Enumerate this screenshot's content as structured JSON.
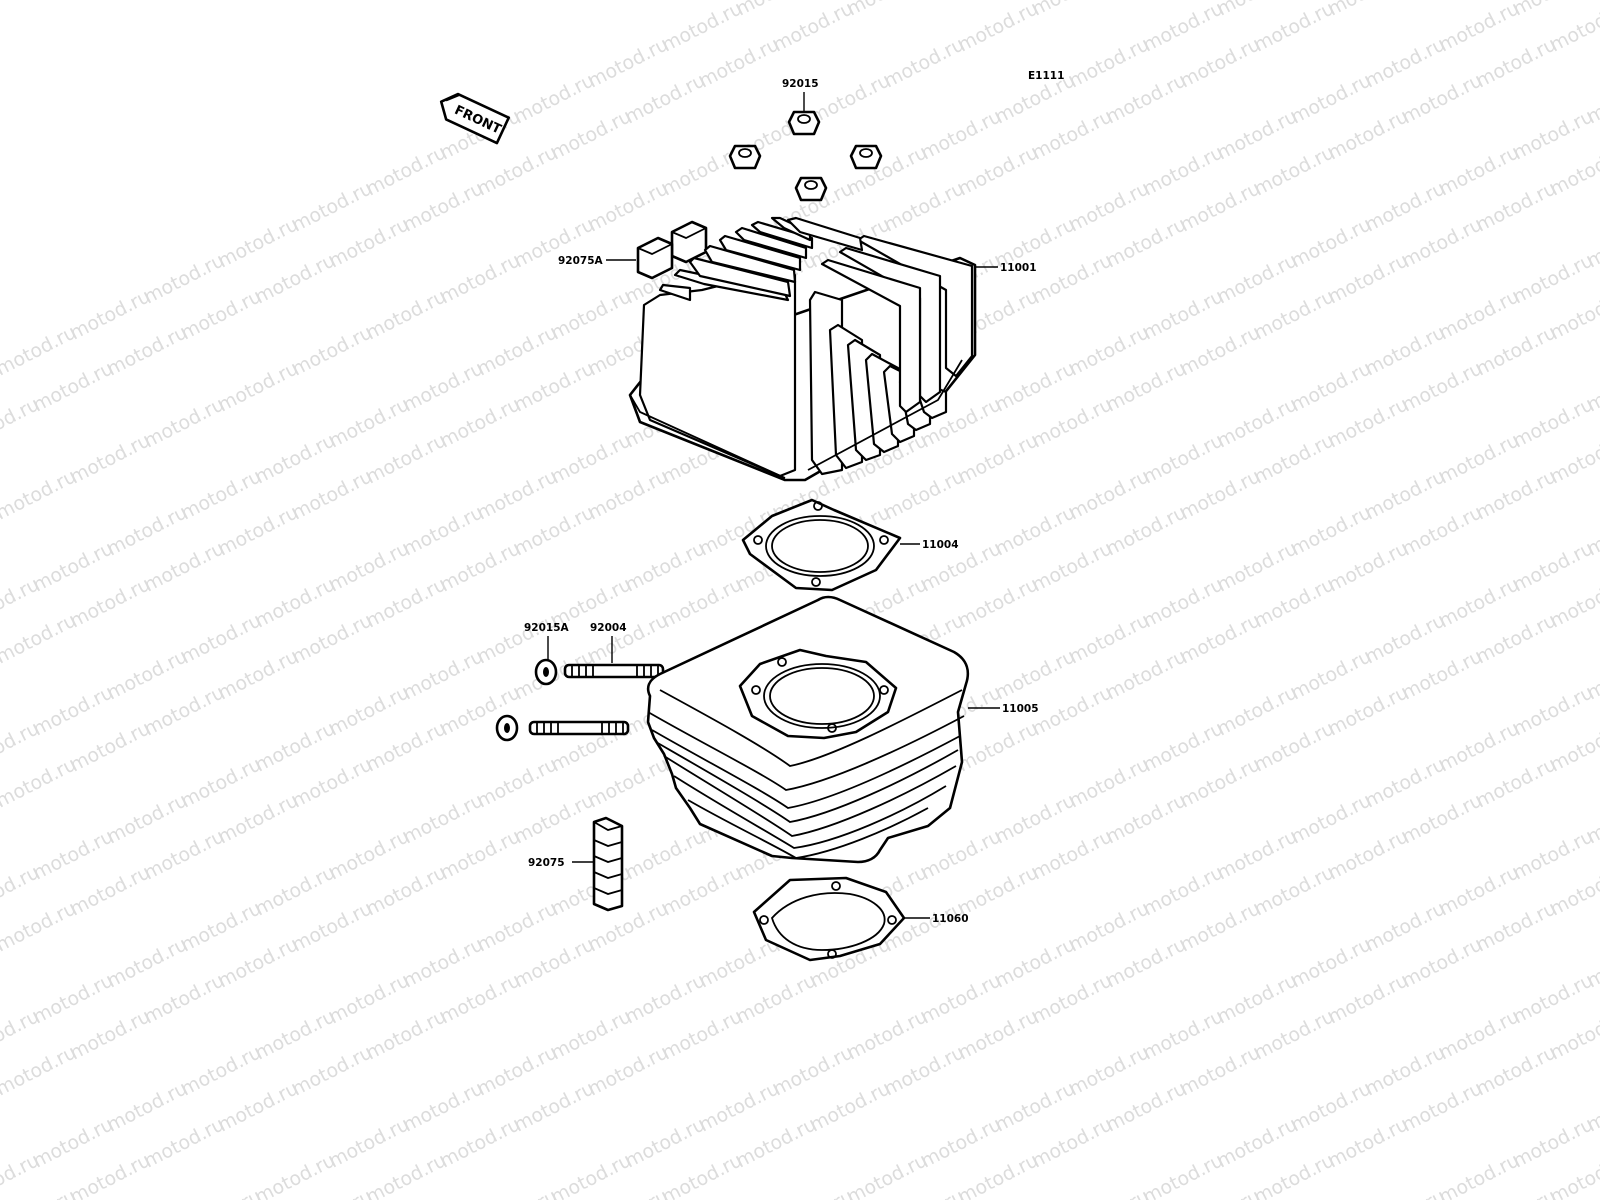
{
  "watermark": {
    "text": "motod.ru"
  },
  "diagram": {
    "ref_code": "E1111",
    "front_label": "FRONT",
    "callouts": {
      "92015": "92015",
      "92075A": "92075A",
      "11001": "11001",
      "11004": "11004",
      "92015A": "92015A",
      "92004": "92004",
      "11005": "11005",
      "92075": "92075",
      "11060": "11060"
    }
  }
}
